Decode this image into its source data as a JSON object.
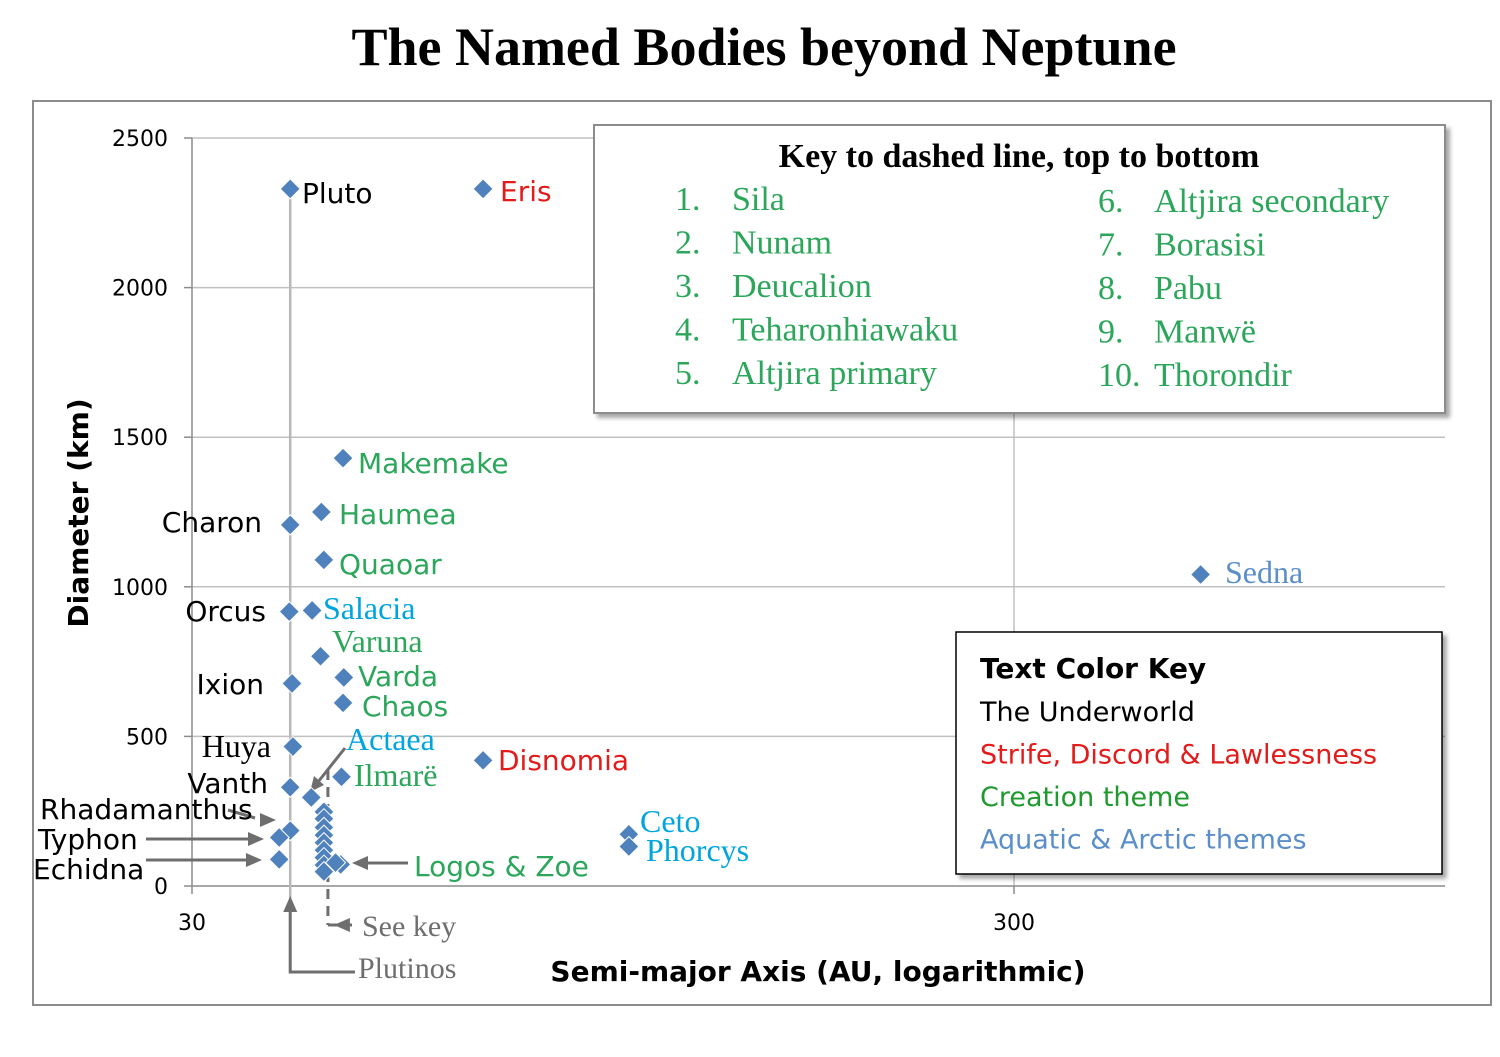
{
  "colors": {
    "marker": "#4f81bd",
    "underworld": "#000000",
    "strife": "#e31b1b",
    "creation": "#2ba65a",
    "aquatic": "#00a5e0",
    "aquatic_key": "#5b8fc9",
    "grid": "#c0c0c0",
    "annotation": "#6e6e6e"
  },
  "chart_data": {
    "type": "scatter",
    "title": "The Named Bodies beyond Neptune",
    "xlabel": "Semi-major Axis (AU, logarithmic)",
    "ylabel": "Diameter (km)",
    "xscale": "log",
    "xlim": [
      30,
      1000
    ],
    "ylim": [
      0,
      2500
    ],
    "xticks": [
      "30",
      "300"
    ],
    "yticks": [
      "0",
      "500",
      "1000",
      "1500",
      "2000",
      "2500"
    ],
    "grid": "horizontal",
    "points": [
      {
        "label": "Pluto",
        "x": 39.5,
        "y": 2330,
        "theme": "underworld",
        "label_side": "right"
      },
      {
        "label": "Eris",
        "x": 67.8,
        "y": 2330,
        "theme": "strife",
        "label_side": "right"
      },
      {
        "label": "Makemake",
        "x": 45.8,
        "y": 1430,
        "theme": "creation",
        "label_side": "right"
      },
      {
        "label": "Haumea",
        "x": 43.1,
        "y": 1250,
        "theme": "creation",
        "label_side": "right"
      },
      {
        "label": "Charon",
        "x": 39.5,
        "y": 1207,
        "theme": "underworld",
        "label_side": "left"
      },
      {
        "label": "Quaoar",
        "x": 43.4,
        "y": 1090,
        "theme": "creation",
        "label_side": "right"
      },
      {
        "label": "Sedna",
        "x": 506,
        "y": 1041,
        "theme": "aquatic_key",
        "label_side": "right"
      },
      {
        "label": "Orcus",
        "x": 39.4,
        "y": 917,
        "theme": "underworld",
        "label_side": "left"
      },
      {
        "label": "Salacia",
        "x": 42.0,
        "y": 921,
        "theme": "aquatic",
        "label_side": "right"
      },
      {
        "label": "Varuna",
        "x": 43.0,
        "y": 768,
        "theme": "creation",
        "label_side": "above-right"
      },
      {
        "label": "Varda",
        "x": 45.9,
        "y": 697,
        "theme": "creation",
        "label_side": "right"
      },
      {
        "label": "Ixion",
        "x": 39.7,
        "y": 677,
        "theme": "underworld",
        "label_side": "left"
      },
      {
        "label": "Chaos",
        "x": 45.8,
        "y": 612,
        "theme": "creation",
        "label_side": "right"
      },
      {
        "label": "Huya",
        "x": 39.8,
        "y": 466,
        "theme": "underworld",
        "label_side": "left"
      },
      {
        "label": "Disnomia",
        "x": 67.8,
        "y": 420,
        "theme": "strife",
        "label_side": "right"
      },
      {
        "label": "Ilmarë",
        "x": 45.6,
        "y": 365,
        "theme": "creation",
        "label_side": "right"
      },
      {
        "label": "Vanth",
        "x": 39.5,
        "y": 330,
        "theme": "underworld",
        "label_side": "left"
      },
      {
        "label": "Actaea",
        "x": 41.9,
        "y": 296,
        "theme": "aquatic",
        "label_side": "arrow"
      },
      {
        "label": "Rhadamanthus",
        "x": 39.5,
        "y": 185,
        "theme": "underworld",
        "label_side": "arrow"
      },
      {
        "label": "Typhon",
        "x": 38.3,
        "y": 162,
        "theme": "underworld",
        "label_side": "arrow"
      },
      {
        "label": "Echidna",
        "x": 38.3,
        "y": 89,
        "theme": "underworld",
        "label_side": "arrow"
      },
      {
        "label": "Ceto",
        "x": 102,
        "y": 173,
        "theme": "aquatic",
        "label_side": "right"
      },
      {
        "label": "Phorcys",
        "x": 102,
        "y": 132,
        "theme": "aquatic",
        "label_side": "right"
      },
      {
        "label": "Logos & Zoe",
        "x": 45.5,
        "y": 72,
        "theme": "creation",
        "label_side": "arrow"
      },
      {
        "label": "1",
        "x": 43.9,
        "y": 248,
        "theme": "creation"
      },
      {
        "label": "2",
        "x": 43.9,
        "y": 225,
        "theme": "creation"
      },
      {
        "label": "3",
        "x": 43.9,
        "y": 196,
        "theme": "creation"
      },
      {
        "label": "4",
        "x": 43.9,
        "y": 170,
        "theme": "creation"
      },
      {
        "label": "5",
        "x": 43.9,
        "y": 145,
        "theme": "creation"
      },
      {
        "label": "6",
        "x": 43.9,
        "y": 120,
        "theme": "creation"
      },
      {
        "label": "7",
        "x": 43.9,
        "y": 95,
        "theme": "creation"
      },
      {
        "label": "8",
        "x": 43.9,
        "y": 70,
        "theme": "creation"
      },
      {
        "label": "9",
        "x": 43.9,
        "y": 48,
        "theme": "creation"
      },
      {
        "label": "10",
        "x": 44.6,
        "y": 78,
        "theme": "creation"
      }
    ]
  },
  "annotations": {
    "see_key": "See key",
    "plutinos": "Plutinos"
  },
  "dashed_key": {
    "title": "Key to dashed line, top to bottom",
    "items": [
      {
        "num": "1.",
        "name": "Sila"
      },
      {
        "num": "2.",
        "name": "Nunam"
      },
      {
        "num": "3.",
        "name": "Deucalion"
      },
      {
        "num": "4.",
        "name": "Teharonhiawaku"
      },
      {
        "num": "5.",
        "name": "Altjira primary"
      },
      {
        "num": "6.",
        "name": "Altjira secondary"
      },
      {
        "num": "7.",
        "name": "Borasisi"
      },
      {
        "num": "8.",
        "name": "Pabu"
      },
      {
        "num": "9.",
        "name": "Manwë"
      },
      {
        "num": "10.",
        "name": "Thorondir"
      }
    ]
  },
  "color_key": {
    "title": "Text Color Key",
    "items": [
      {
        "text": "The Underworld",
        "theme": "underworld"
      },
      {
        "text": "Strife, Discord & Lawlessness",
        "theme": "strife"
      },
      {
        "text": "Creation theme",
        "theme": "creation_key"
      },
      {
        "text": "Aquatic & Arctic themes",
        "theme": "aquatic_key"
      }
    ]
  }
}
